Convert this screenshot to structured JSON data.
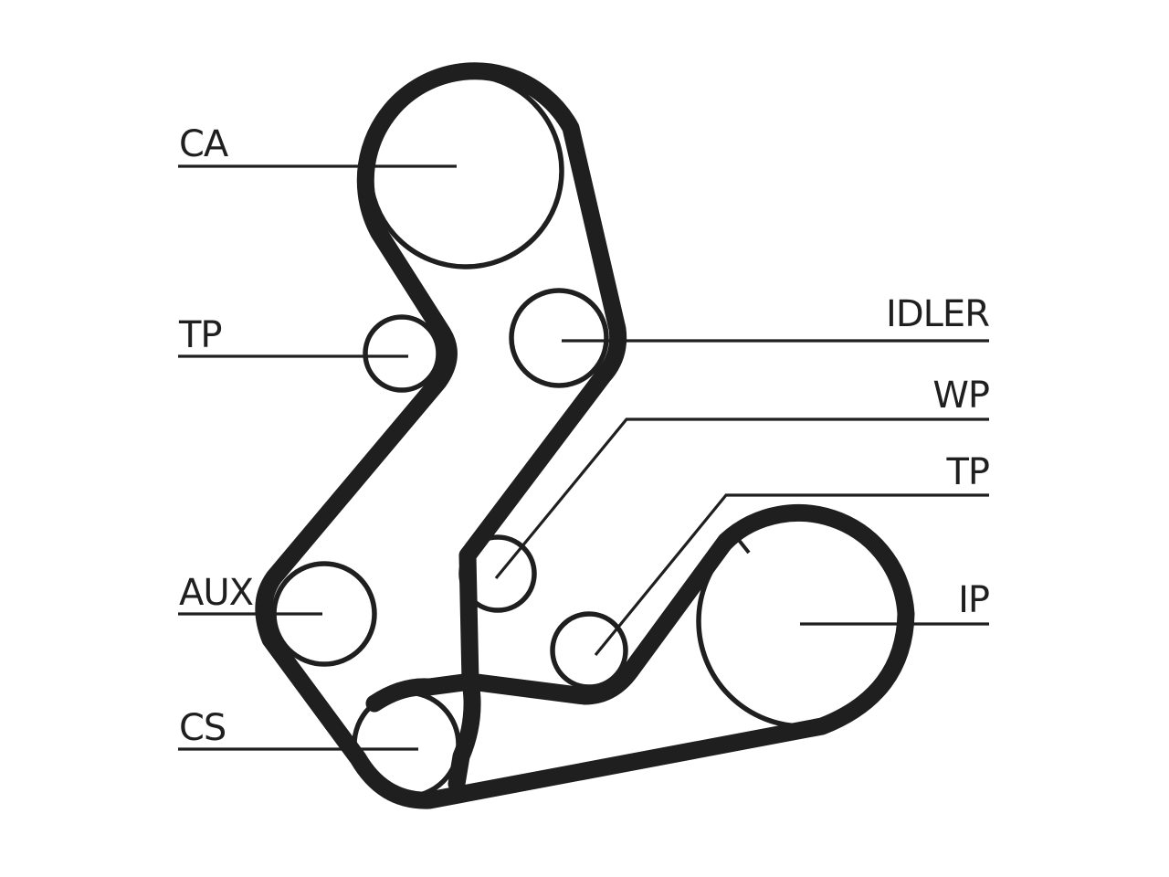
{
  "labels": {
    "ca": "CA",
    "tp_left": "TP",
    "aux": "AUX",
    "cs": "CS",
    "idler": "IDLER",
    "wp": "WP",
    "tp_right": "TP",
    "ip": "IP"
  },
  "colors": {
    "ink": "#1f1f1f",
    "background": "#ffffff"
  }
}
